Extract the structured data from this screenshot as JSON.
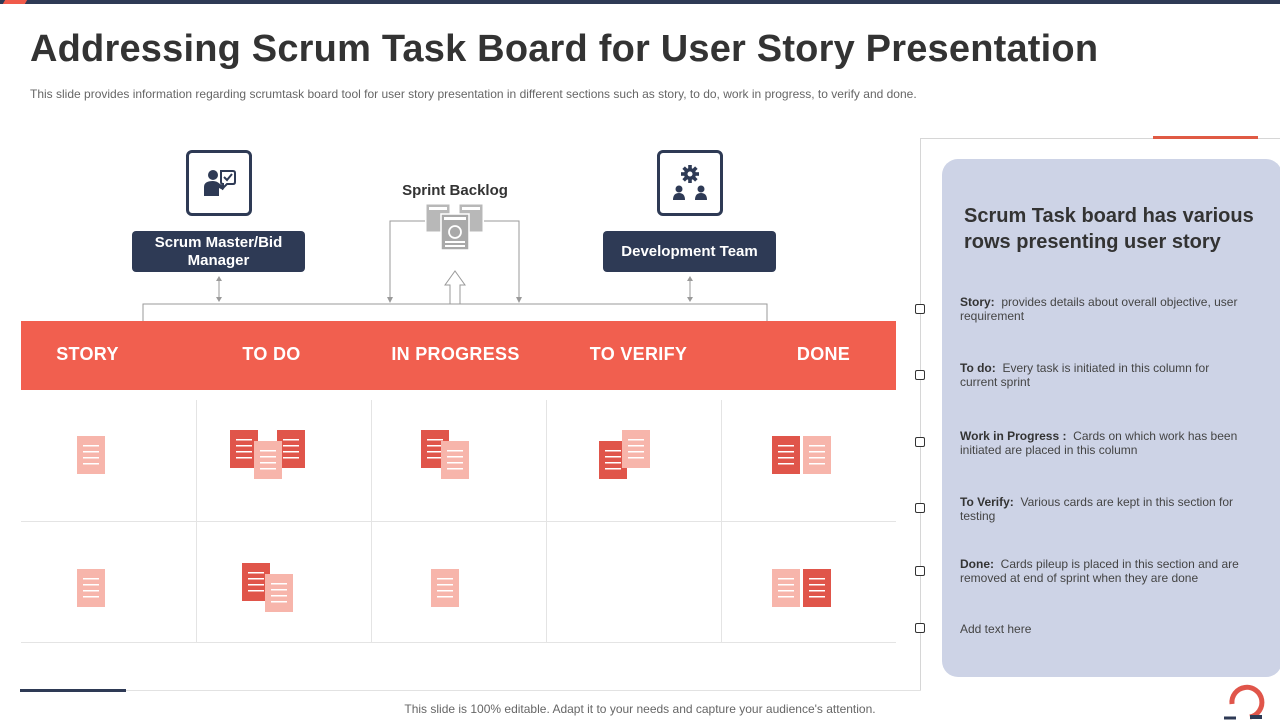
{
  "title": "Addressing Scrum Task Board for User Story Presentation",
  "subtitle": "This slide provides information regarding scrumtask board tool for user story presentation in different sections such as story, to do, work in progress, to verify and done.",
  "roles": {
    "scrum_master": "Scrum Master/Bid Manager",
    "sprint_backlog": "Sprint Backlog",
    "dev_team": "Development Team"
  },
  "columns": [
    "STORY",
    "TO DO",
    "IN PROGRESS",
    "TO VERIFY",
    "DONE"
  ],
  "panel": {
    "heading": "Scrum Task board has various rows presenting user story",
    "items": [
      {
        "term": "Story:",
        "text": "provides details about overall objective, user requirement"
      },
      {
        "term": "To do:",
        "text": "Every task is initiated in this column for current sprint"
      },
      {
        "term": "Work in Progress :",
        "text": "Cards on which work has been initiated are placed in this column"
      },
      {
        "term": "To Verify:",
        "text": "Various cards are kept in this section for testing"
      },
      {
        "term": "Done:",
        "text": "Cards pileup is placed in this section and are removed at end of sprint when they are done"
      },
      {
        "term": "",
        "text": "Add text here"
      }
    ]
  },
  "footer": "This slide is 100% editable. Adapt it to your needs and capture your audience's attention.",
  "colors": {
    "navy": "#2e3a55",
    "coral": "#f15f4f",
    "card_dark": "#e0554a",
    "card_light": "#f7b5ab",
    "panel_bg": "#cdd3e6"
  }
}
